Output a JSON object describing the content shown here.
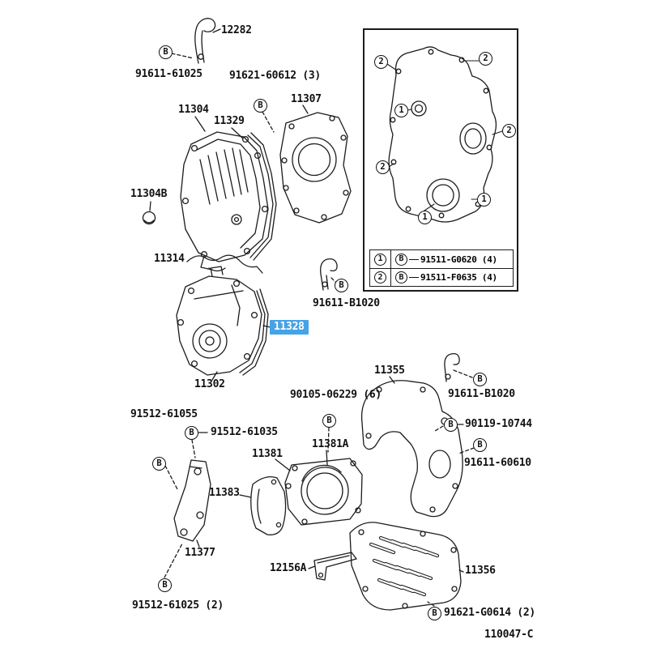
{
  "symbols": {
    "bolt": "B"
  },
  "labels": {
    "p12282": "12282",
    "p91611_61025": "91611-61025",
    "p91621_60612": "91621-60612 (3)",
    "p11307": "11307",
    "p11304": "11304",
    "p11329": "11329",
    "p11304B": "11304B",
    "p11314": "11314",
    "p91611_B1020_a": "91611-B1020",
    "p11328": "11328",
    "p11302": "11302",
    "p11355": "11355",
    "p91611_B1020_b": "91611-B1020",
    "p90105_06229": "90105-06229 (6)",
    "p90119_10744": "90119-10744",
    "p91512_61055": "91512-61055",
    "p91512_61035": "91512-61035",
    "p11381A": "11381A",
    "p11381": "11381",
    "p91611_60610": "91611-60610",
    "p11383": "11383",
    "p11377": "11377",
    "p12156A": "12156A",
    "p11356": "11356",
    "p91512_61025": "91512-61025 (2)",
    "p91621_G0614": "91621-G0614 (2)"
  },
  "highlight": {
    "part": "11328",
    "background": "#45a3e6",
    "text_color": "#ffffff"
  },
  "inset": {
    "callouts": [
      "2",
      "2",
      "1",
      "2",
      "2",
      "1",
      "1"
    ]
  },
  "legend": {
    "rows": [
      {
        "num": "1",
        "part": "91511-G0620 (4)"
      },
      {
        "num": "2",
        "part": "91511-F0635 (4)"
      }
    ]
  },
  "footer": {
    "code": "110047-C"
  }
}
